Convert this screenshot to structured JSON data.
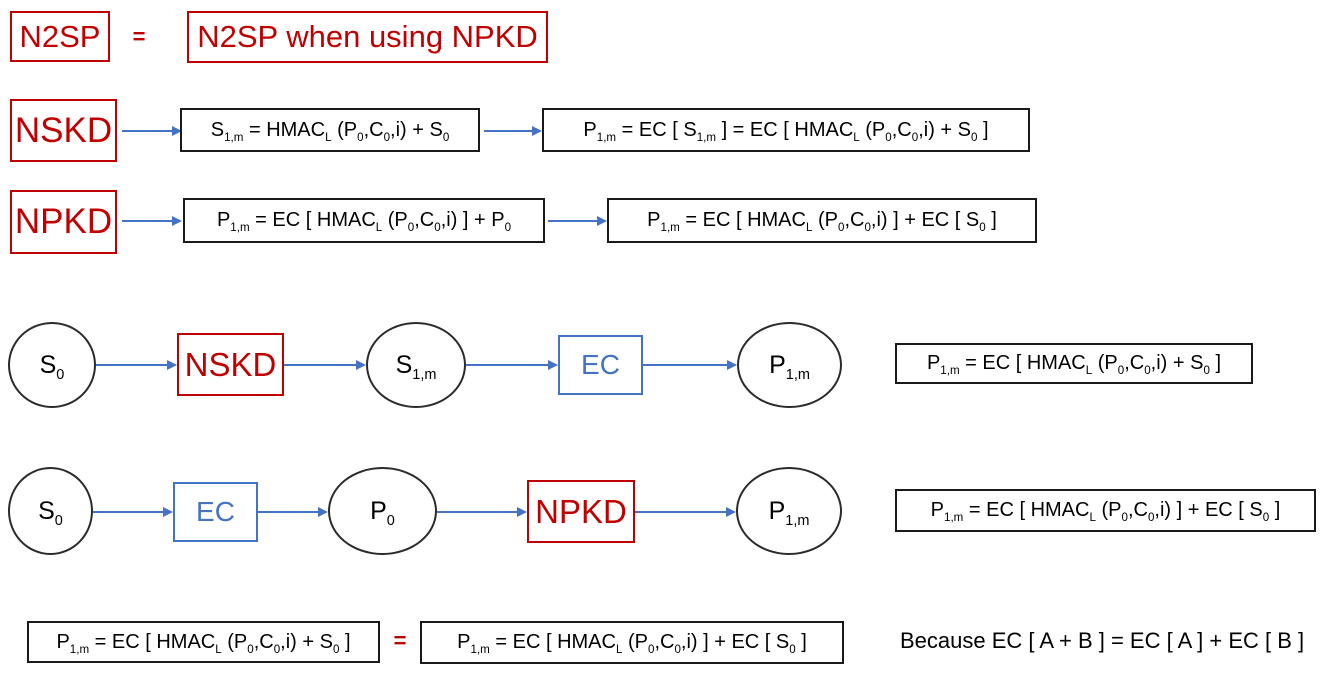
{
  "colors": {
    "red": "#C00000",
    "blue": "#4472C4",
    "ink": "#000000"
  },
  "title_row": {
    "label": "N2SP",
    "equals": "=",
    "definition": "N2SP when using NPKD"
  },
  "nskd_row": {
    "label": "NSKD",
    "step1": "S_{1,m} = HMAC_{L} (P_{0},C_{0},i) + S_{0}",
    "step2": "P_{1,m} = EC [ S_{1,m} ] = EC [ HMAC_{L} (P_{0},C_{0},i) + S_{0} ]"
  },
  "npkd_row": {
    "label": "NPKD",
    "step1": "P_{1,m} = EC [ HMAC_{L} (P_{0},C_{0},i) ] + P_{0}",
    "step2": "P_{1,m} = EC [ HMAC_{L} (P_{0},C_{0},i) ] + EC [ S_{0} ]"
  },
  "nskd_flow": {
    "input": "S_{0}",
    "process1": "NSKD",
    "intermediate": "S_{1,m}",
    "process2": "EC",
    "output": "P_{1,m}",
    "result": "P_{1,m} = EC [ HMAC_{L} (P_{0},C_{0},i) + S_{0} ]"
  },
  "npkd_flow": {
    "input": "S_{0}",
    "process1": "EC",
    "intermediate": "P_{0}",
    "process2": "NPKD",
    "output": "P_{1,m}",
    "result": "P_{1,m} = EC [ HMAC_{L} (P_{0},C_{0},i) ] + EC [ S_{0} ]"
  },
  "equivalence": {
    "left": "P_{1,m} = EC [ HMAC_{L} (P_{0},C_{0},i) + S_{0} ]",
    "equals": "=",
    "right": "P_{1,m} = EC [ HMAC_{L} (P_{0},C_{0},i) ] + EC [ S_{0} ]",
    "reason": "Because EC [ A + B ] = EC [ A ] + EC [ B ]"
  }
}
